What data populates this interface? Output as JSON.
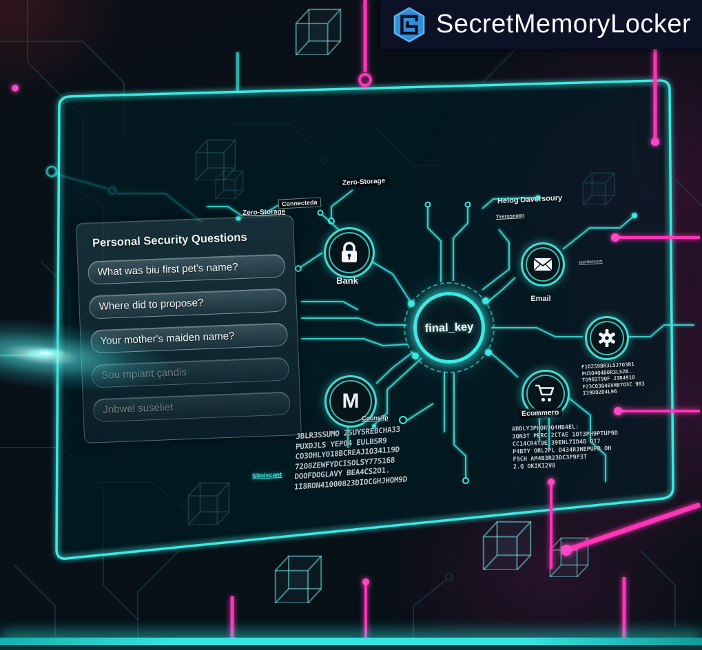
{
  "header": {
    "brand": "SecretMemoryLocker"
  },
  "security_card": {
    "title": "Personal Security Questions",
    "fields": [
      "What was biu first pet's name?",
      "Where did to propose?",
      "Your mother's maiden name?",
      "Sou mpiant çandis",
      "Jnbwel suseliet"
    ]
  },
  "diagram": {
    "central_node_label": "final_key",
    "bank_label": "Bank",
    "m_letter": "M",
    "email_label": "Email",
    "ecommerce_label": "Ecommero"
  },
  "labels": {
    "zero_storage_top": "Zero-Storage",
    "connected": "Connecteda",
    "zero_storage_left": "Zero-Storage",
    "helog": "Helog Daversoury",
    "tseros": "Tseroseaen",
    "tach": "tachtetsum",
    "coonslip": "Coonslip",
    "sito": "Sitoixcant"
  },
  "hash": {
    "center": [
      "JBLR3SSUMO 25UYSREBCHA33",
      "PUXDJLS YEPO4 EULBSR9",
      "CO3OHLY018BCREAJ1O34119D",
      "72O8ZEWFYDCISOLSY77S168",
      "DOOFDOGLAVY BEA4CS2O1.",
      "1I8RON41000823DIOCGHJHOM9D"
    ],
    "right_small": [
      "F1D2S9BR3LSJ7O3R1",
      "PU3O4Q4BOR3LS2B.",
      "TO902T9OF J3R4910",
      "F23CO3Q46VHB7O3C 9R3",
      "I39DO2D4L96"
    ],
    "right_large": [
      "ADDLY3PHOR9Q4HB4EL:",
      "3QN3T PERC 2CTAE 1OT3PH9PTUP9D",
      "CC14CR4T9E 39EHL7ID4B OT7",
      "P4BTY ORL2PL D434R3HEPUPB OH",
      "F9CH AM4B3R23DC3P9P3T",
      "2.Q OKIKI2V8"
    ]
  },
  "colors": {
    "cyan": "#3ce9e3",
    "magenta": "#ff35b8",
    "logo_blue": "#348ed6"
  }
}
